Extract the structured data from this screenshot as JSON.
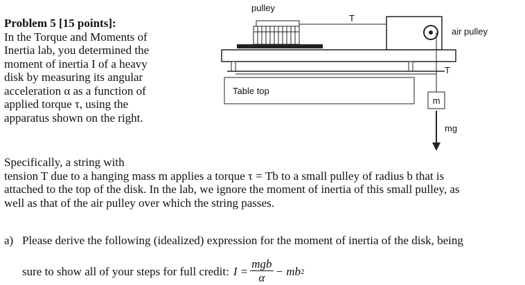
{
  "intro": {
    "title": "Problem 5 [15 points]:",
    "lines": [
      "In the Torque and Moments of",
      "Inertia lab, you determined the",
      "moment of inertia I of a heavy",
      "disk by measuring its angular",
      "acceleration α as a function of",
      "applied torque τ, using the",
      "apparatus shown on the right."
    ]
  },
  "body": {
    "lines": [
      "Specifically, a string with",
      "tension T due to a hanging mass m applies a torque τ = Tb to a small pulley of radius b that is",
      "attached to the top of the disk.  In the lab, we ignore the moment of inertia of this small pulley, as",
      "well as that of the air pulley over which the string passes."
    ]
  },
  "part_a": {
    "label": "a)",
    "line1": "Please derive the following (idealized) expression for the moment of inertia of the disk, being",
    "line2_prefix": "sure to show all of your steps for full credit:",
    "formula": {
      "lhs": "I =",
      "numerator": "mgb",
      "denominator": "α",
      "rhs": "− mb",
      "exponent": "2"
    }
  },
  "diagram": {
    "labels": {
      "pulley": "pulley",
      "tension_top": "T",
      "air_pulley": "air pulley",
      "tension_side": "T",
      "table_top": "Table top",
      "mass": "m",
      "weight": "mg"
    }
  }
}
